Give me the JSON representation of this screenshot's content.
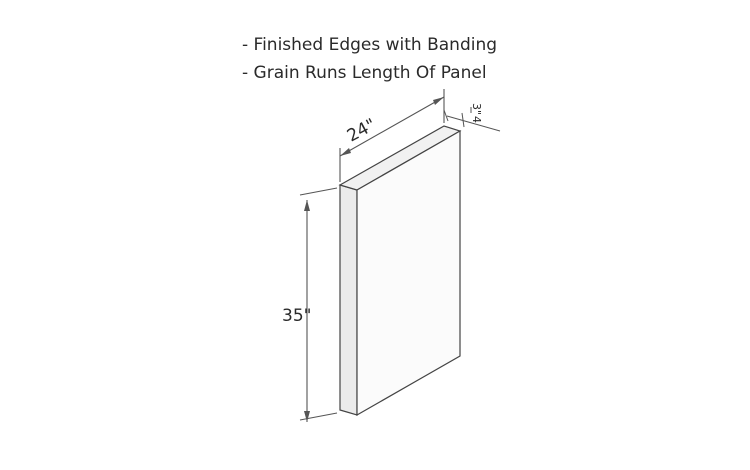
{
  "notes": [
    "- Finished Edges with Banding",
    "- Grain Runs Length Of Panel"
  ],
  "dimensions": {
    "width": "24\"",
    "height": "35\"",
    "thickness_numerator": "3\"",
    "thickness_denominator": "4"
  },
  "colors": {
    "line": "#444444",
    "dim_line": "#555555",
    "panel_front": "#fbfbfb",
    "panel_top": "#f1f1f1",
    "panel_side": "#ebebeb"
  }
}
